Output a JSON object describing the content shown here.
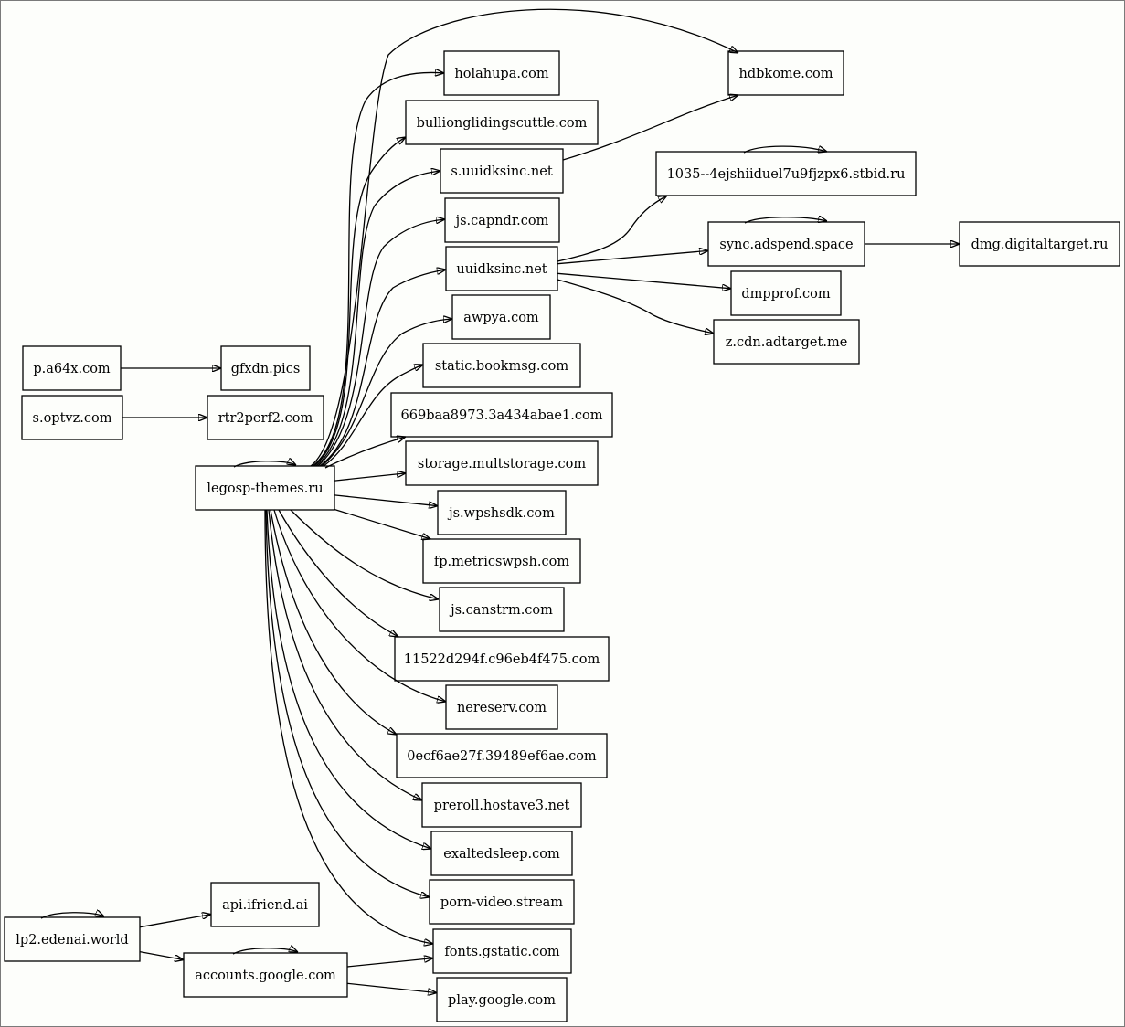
{
  "graph": {
    "nodes": [
      {
        "id": "p.a64x.com",
        "label": "p.a64x.com"
      },
      {
        "id": "gfxdn.pics",
        "label": "gfxdn.pics"
      },
      {
        "id": "s.optvz.com",
        "label": "s.optvz.com"
      },
      {
        "id": "rtr2perf2.com",
        "label": "rtr2perf2.com"
      },
      {
        "id": "legosp-themes.ru",
        "label": "legosp-themes.ru"
      },
      {
        "id": "lp2.edenai.world",
        "label": "lp2.edenai.world"
      },
      {
        "id": "api.ifriend.ai",
        "label": "api.ifriend.ai"
      },
      {
        "id": "accounts.google.com",
        "label": "accounts.google.com"
      },
      {
        "id": "holahupa.com",
        "label": "holahupa.com"
      },
      {
        "id": "bullionglidingscuttle.com",
        "label": "bullionglidingscuttle.com"
      },
      {
        "id": "s.uuidksinc.net",
        "label": "s.uuidksinc.net"
      },
      {
        "id": "js.capndr.com",
        "label": "js.capndr.com"
      },
      {
        "id": "uuidksinc.net",
        "label": "uuidksinc.net"
      },
      {
        "id": "awpya.com",
        "label": "awpya.com"
      },
      {
        "id": "static.bookmsg.com",
        "label": "static.bookmsg.com"
      },
      {
        "id": "669baa8973.3a434abae1.com",
        "label": "669baa8973.3a434abae1.com"
      },
      {
        "id": "storage.multstorage.com",
        "label": "storage.multstorage.com"
      },
      {
        "id": "js.wpshsdk.com",
        "label": "js.wpshsdk.com"
      },
      {
        "id": "fp.metricswpsh.com",
        "label": "fp.metricswpsh.com"
      },
      {
        "id": "js.canstrm.com",
        "label": "js.canstrm.com"
      },
      {
        "id": "11522d294f.c96eb4f475.com",
        "label": "11522d294f.c96eb4f475.com"
      },
      {
        "id": "nereserv.com",
        "label": "nereserv.com"
      },
      {
        "id": "0ecf6ae27f.39489ef6ae.com",
        "label": "0ecf6ae27f.39489ef6ae.com"
      },
      {
        "id": "preroll.hostave3.net",
        "label": "preroll.hostave3.net"
      },
      {
        "id": "exaltedsleep.com",
        "label": "exaltedsleep.com"
      },
      {
        "id": "porn-video.stream",
        "label": "porn-video.stream"
      },
      {
        "id": "fonts.gstatic.com",
        "label": "fonts.gstatic.com"
      },
      {
        "id": "play.google.com",
        "label": "play.google.com"
      },
      {
        "id": "hdbkome.com",
        "label": "hdbkome.com"
      },
      {
        "id": "1035--4ejshiiduel7u9fjzpx6.stbid.ru",
        "label": "1035--4ejshiiduel7u9fjzpx6.stbid.ru"
      },
      {
        "id": "sync.adspend.space",
        "label": "sync.adspend.space"
      },
      {
        "id": "dmpprof.com",
        "label": "dmpprof.com"
      },
      {
        "id": "z.cdn.adtarget.me",
        "label": "z.cdn.adtarget.me"
      },
      {
        "id": "dmg.digitaltarget.ru",
        "label": "dmg.digitaltarget.ru"
      }
    ],
    "edges": [
      {
        "from": "p.a64x.com",
        "to": "gfxdn.pics"
      },
      {
        "from": "s.optvz.com",
        "to": "rtr2perf2.com"
      },
      {
        "from": "legosp-themes.ru",
        "to": "legosp-themes.ru"
      },
      {
        "from": "legosp-themes.ru",
        "to": "hdbkome.com"
      },
      {
        "from": "legosp-themes.ru",
        "to": "holahupa.com"
      },
      {
        "from": "legosp-themes.ru",
        "to": "bullionglidingscuttle.com"
      },
      {
        "from": "legosp-themes.ru",
        "to": "s.uuidksinc.net"
      },
      {
        "from": "legosp-themes.ru",
        "to": "js.capndr.com"
      },
      {
        "from": "legosp-themes.ru",
        "to": "uuidksinc.net"
      },
      {
        "from": "legosp-themes.ru",
        "to": "awpya.com"
      },
      {
        "from": "legosp-themes.ru",
        "to": "static.bookmsg.com"
      },
      {
        "from": "legosp-themes.ru",
        "to": "669baa8973.3a434abae1.com"
      },
      {
        "from": "legosp-themes.ru",
        "to": "storage.multstorage.com"
      },
      {
        "from": "legosp-themes.ru",
        "to": "js.wpshsdk.com"
      },
      {
        "from": "legosp-themes.ru",
        "to": "fp.metricswpsh.com"
      },
      {
        "from": "legosp-themes.ru",
        "to": "js.canstrm.com"
      },
      {
        "from": "legosp-themes.ru",
        "to": "11522d294f.c96eb4f475.com"
      },
      {
        "from": "legosp-themes.ru",
        "to": "nereserv.com"
      },
      {
        "from": "legosp-themes.ru",
        "to": "0ecf6ae27f.39489ef6ae.com"
      },
      {
        "from": "legosp-themes.ru",
        "to": "preroll.hostave3.net"
      },
      {
        "from": "legosp-themes.ru",
        "to": "exaltedsleep.com"
      },
      {
        "from": "legosp-themes.ru",
        "to": "porn-video.stream"
      },
      {
        "from": "legosp-themes.ru",
        "to": "fonts.gstatic.com"
      },
      {
        "from": "lp2.edenai.world",
        "to": "lp2.edenai.world"
      },
      {
        "from": "lp2.edenai.world",
        "to": "api.ifriend.ai"
      },
      {
        "from": "lp2.edenai.world",
        "to": "accounts.google.com"
      },
      {
        "from": "accounts.google.com",
        "to": "accounts.google.com"
      },
      {
        "from": "accounts.google.com",
        "to": "fonts.gstatic.com"
      },
      {
        "from": "accounts.google.com",
        "to": "play.google.com"
      },
      {
        "from": "s.uuidksinc.net",
        "to": "hdbkome.com"
      },
      {
        "from": "uuidksinc.net",
        "to": "1035--4ejshiiduel7u9fjzpx6.stbid.ru"
      },
      {
        "from": "uuidksinc.net",
        "to": "sync.adspend.space"
      },
      {
        "from": "uuidksinc.net",
        "to": "dmpprof.com"
      },
      {
        "from": "uuidksinc.net",
        "to": "z.cdn.adtarget.me"
      },
      {
        "from": "1035--4ejshiiduel7u9fjzpx6.stbid.ru",
        "to": "1035--4ejshiiduel7u9fjzpx6.stbid.ru"
      },
      {
        "from": "sync.adspend.space",
        "to": "sync.adspend.space"
      },
      {
        "from": "sync.adspend.space",
        "to": "dmg.digitaltarget.ru"
      }
    ]
  }
}
